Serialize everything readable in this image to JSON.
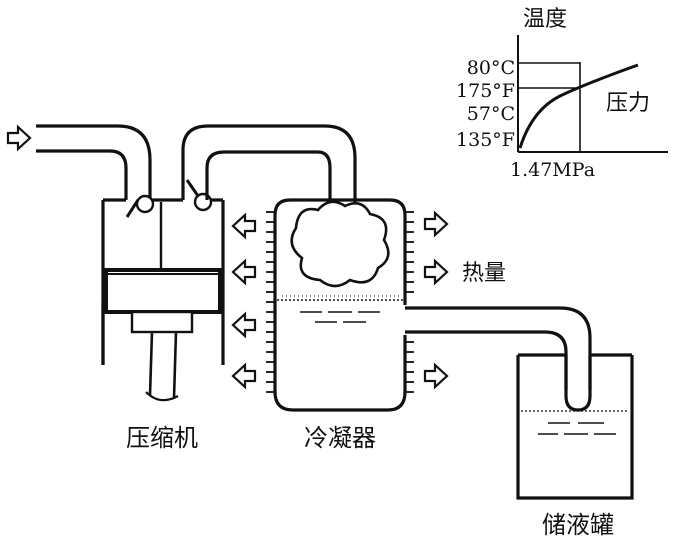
{
  "diagram": {
    "labels": {
      "compressor": "压缩机",
      "condenser": "冷凝器",
      "receiver": "储液罐",
      "heat": "热量"
    },
    "inset_graph": {
      "y_axis_title": "温度",
      "x_axis_title": "压力",
      "y_ticks": [
        "80°C",
        "175°F",
        "57°C",
        "135°F"
      ],
      "x_tick": "1.47MPa"
    }
  }
}
